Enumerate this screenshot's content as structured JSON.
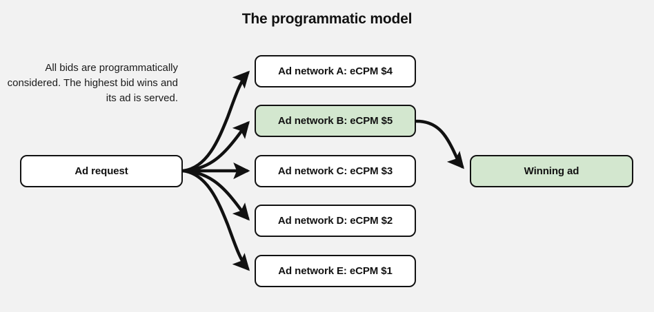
{
  "title": "The programmatic model",
  "note": "All bids are programmatically considered. The highest bid wins and its ad is served.",
  "colors": {
    "background": "#f2f2f2",
    "node_fill": "#ffffff",
    "highlight_fill": "#d3e7cf",
    "stroke": "#111111",
    "text": "#111111"
  },
  "nodes": {
    "ad_request": {
      "label": "Ad request",
      "highlighted": false
    },
    "winning_ad": {
      "label": "Winning ad",
      "highlighted": true
    },
    "networks": [
      {
        "label": "Ad network A: eCPM $4",
        "network": "A",
        "ecpm": 4,
        "highlighted": false
      },
      {
        "label": "Ad network B: eCPM $5",
        "network": "B",
        "ecpm": 5,
        "highlighted": true
      },
      {
        "label": "Ad network C: eCPM $3",
        "network": "C",
        "ecpm": 3,
        "highlighted": false
      },
      {
        "label": "Ad network D: eCPM $2",
        "network": "D",
        "ecpm": 2,
        "highlighted": false
      },
      {
        "label": "Ad network E: eCPM $1",
        "network": "E",
        "ecpm": 1,
        "highlighted": false
      }
    ]
  },
  "edges": [
    {
      "from": "ad_request",
      "to": "network_a"
    },
    {
      "from": "ad_request",
      "to": "network_b"
    },
    {
      "from": "ad_request",
      "to": "network_c"
    },
    {
      "from": "ad_request",
      "to": "network_d"
    },
    {
      "from": "ad_request",
      "to": "network_e"
    },
    {
      "from": "network_b",
      "to": "winning_ad"
    }
  ]
}
